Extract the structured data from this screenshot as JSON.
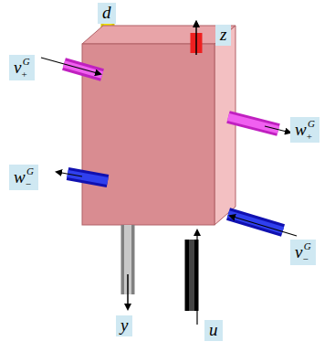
{
  "diagram": {
    "labels": [
      "d",
      "z",
      "v",
      "+",
      "G",
      "w",
      "−",
      "G",
      "w",
      "+",
      "G",
      "v",
      "−",
      "G",
      "y",
      "u"
    ]
  }
}
